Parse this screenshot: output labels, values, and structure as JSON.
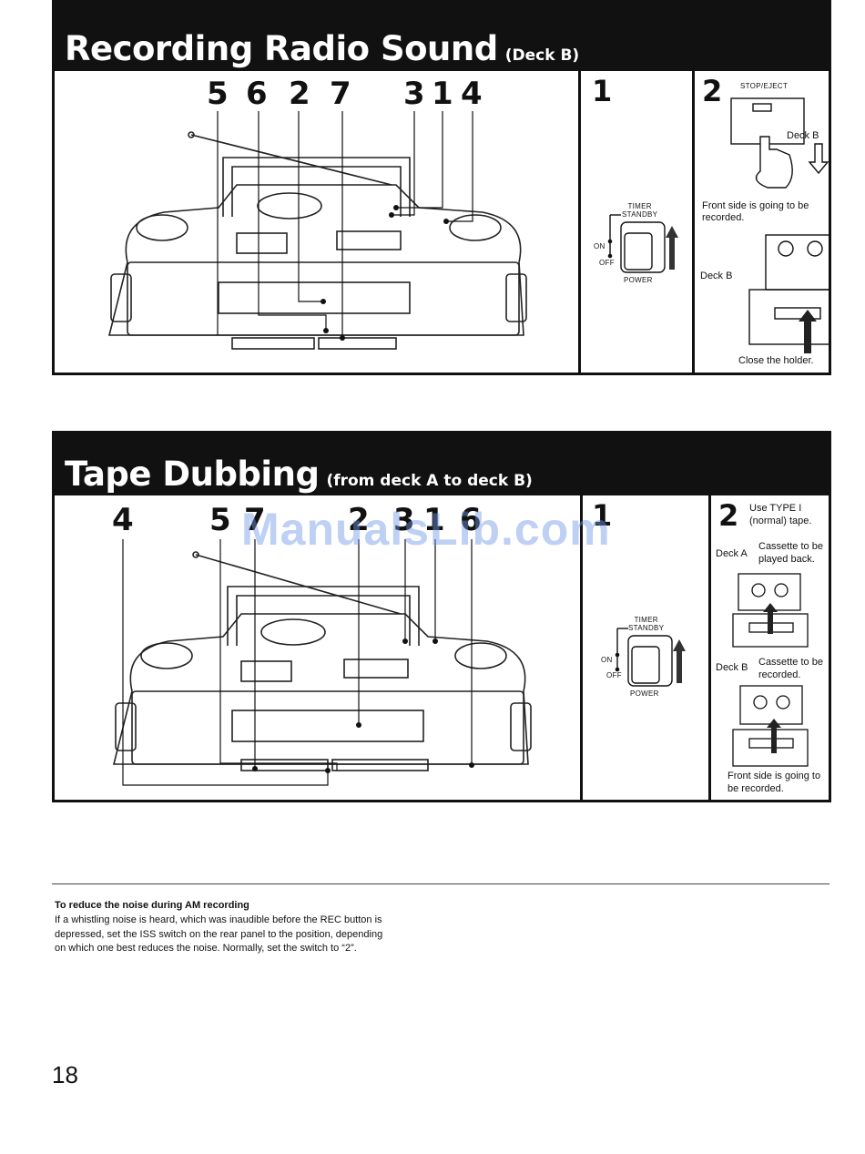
{
  "section1": {
    "title": "Recording Radio Sound",
    "subtitle": "(Deck B)",
    "callouts": [
      "5",
      "6",
      "2",
      "7",
      "3",
      "1",
      "4"
    ],
    "step1": {
      "number": "1",
      "timer_standby": "TIMER\nSTANDBY",
      "on": "ON",
      "off": "OFF",
      "power": "POWER"
    },
    "step2": {
      "number": "2",
      "stop_eject": "STOP/EJECT",
      "deck_b_top": "Deck B",
      "front_side": "Front side is going to be recorded.",
      "deck_b": "Deck B",
      "close_holder": "Close the holder."
    }
  },
  "section2": {
    "title": "Tape Dubbing",
    "subtitle": "(from deck A to deck B)",
    "callouts": [
      "4",
      "5",
      "7",
      "2",
      "3",
      "1",
      "6"
    ],
    "step1": {
      "number": "1",
      "timer_standby": "TIMER\nSTANDBY",
      "on": "ON",
      "off": "OFF",
      "power": "POWER"
    },
    "step2": {
      "number": "2",
      "use_type": "Use TYPE I (normal) tape.",
      "deck_a": "Deck A",
      "cassette_playback": "Cassette to be played back.",
      "deck_b": "Deck B",
      "cassette_record": "Cassette to be recorded.",
      "front_side": "Front side is going to be recorded."
    }
  },
  "watermark": "ManualsLib.com",
  "note": {
    "heading": "To reduce the noise during AM recording",
    "body": "If a whistling noise is heard, which was inaudible before the REC button is depressed, set the ISS switch on the rear panel to the position, depending on which one best reduces the noise. Normally, set the switch to “2”."
  },
  "page_number": "18"
}
